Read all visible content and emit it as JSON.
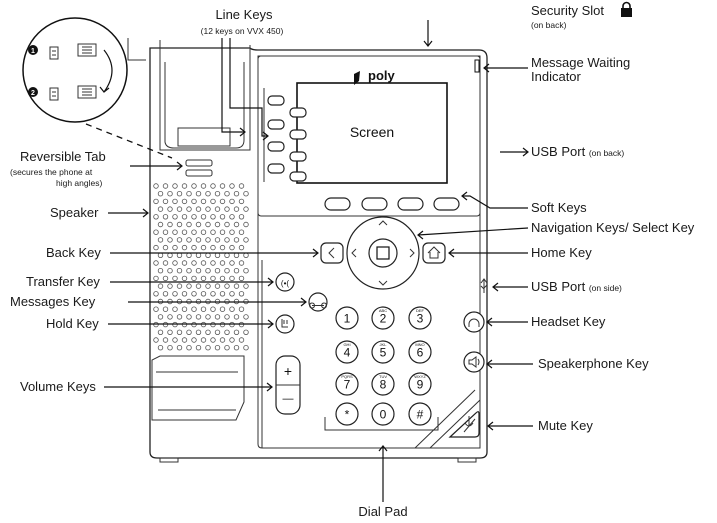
{
  "brand": "poly",
  "screen_label": "Screen",
  "callouts": {
    "line_keys": "Line Keys",
    "line_keys_note": "(12 keys on VVX 450)",
    "security_slot": "Security Slot",
    "security_slot_note": "(on back)",
    "message_waiting": "Message Waiting",
    "message_waiting_2": "Indicator",
    "usb_back": "USB Port",
    "usb_back_note": "(on back)",
    "reversible_tab": "Reversible Tab",
    "reversible_tab_note1": "(secures the phone at",
    "reversible_tab_note2": "high angles)",
    "speaker": "Speaker",
    "soft_keys": "Soft Keys",
    "navigation": "Navigation Keys/ Select Key",
    "back_key": "Back Key",
    "home_key": "Home Key",
    "transfer_key": "Transfer Key",
    "usb_side": "USB Port",
    "usb_side_note": "(on side)",
    "messages_key": "Messages Key",
    "hold_key": "Hold Key",
    "headset_key": "Headset Key",
    "volume_keys": "Volume Keys",
    "speakerphone_key": "Speakerphone Key",
    "mute_key": "Mute Key",
    "dial_pad": "Dial Pad"
  },
  "inset_steps": [
    "1",
    "2"
  ],
  "dialpad": [
    {
      "digit": "1",
      "letters": ""
    },
    {
      "digit": "2",
      "letters": "ABC"
    },
    {
      "digit": "3",
      "letters": "DEF"
    },
    {
      "digit": "4",
      "letters": "GHI"
    },
    {
      "digit": "5",
      "letters": "JKL"
    },
    {
      "digit": "6",
      "letters": "MNO"
    },
    {
      "digit": "7",
      "letters": "PQRS"
    },
    {
      "digit": "8",
      "letters": "TUV"
    },
    {
      "digit": "9",
      "letters": "WXYZ"
    },
    {
      "digit": "*",
      "letters": ""
    },
    {
      "digit": "0",
      "letters": ""
    },
    {
      "digit": "#",
      "letters": ""
    }
  ],
  "volume_plus": "+",
  "volume_minus": "—",
  "icons": [
    "lock-icon",
    "usb-icon",
    "back-icon",
    "home-icon",
    "transfer-icon",
    "voicemail-icon",
    "hold-icon",
    "headset-icon",
    "speakerphone-icon",
    "mute-icon",
    "select-icon"
  ]
}
